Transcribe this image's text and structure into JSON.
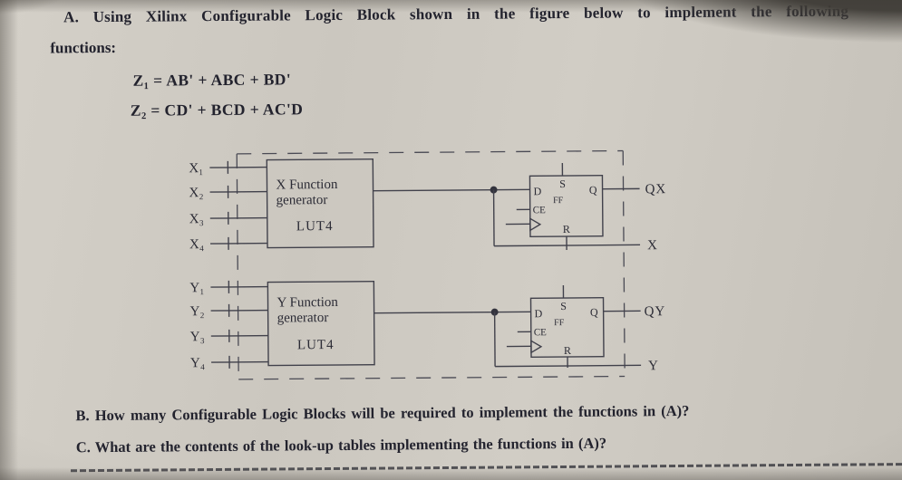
{
  "photo": {
    "background": "#8f8b84",
    "paper": "#cfcbc3",
    "ink": "#23232e",
    "line": "#41414b"
  },
  "question_a": {
    "label": "A.",
    "line1": "Using Xilinx Configurable Logic Block shown in the figure below to implement the following",
    "line2": "functions:",
    "equation1": "Z₁ = AB' + ABC + BD'",
    "equation2": "Z₂ = CD' + BCD + AC'D"
  },
  "diagram": {
    "x_block": {
      "inputs": [
        "X₁",
        "X₂",
        "X₃",
        "X₄"
      ],
      "gen_line1": "X Function",
      "gen_line2": "generator",
      "gen_line3": "LUT4",
      "ff": {
        "d": "D",
        "s": "S",
        "label": "FF",
        "q": "Q",
        "ce": "CE",
        "r": "R"
      },
      "out_q": "QX",
      "out_bypass": "X"
    },
    "y_block": {
      "inputs": [
        "Y₁",
        "Y₂",
        "Y₃",
        "Y₄"
      ],
      "gen_line1": "Y Function",
      "gen_line2": "generator",
      "gen_line3": "LUT4",
      "ff": {
        "d": "D",
        "s": "S",
        "label": "FF",
        "q": "Q",
        "ce": "CE",
        "r": "R"
      },
      "out_q": "QY",
      "out_bypass": "Y"
    }
  },
  "question_b": {
    "label": "B.",
    "text": "How many Configurable Logic Blocks will be required to implement the functions in (A)?"
  },
  "question_c": {
    "label": "C.",
    "text": "What are the contents of the look-up tables implementing the functions in (A)?"
  }
}
